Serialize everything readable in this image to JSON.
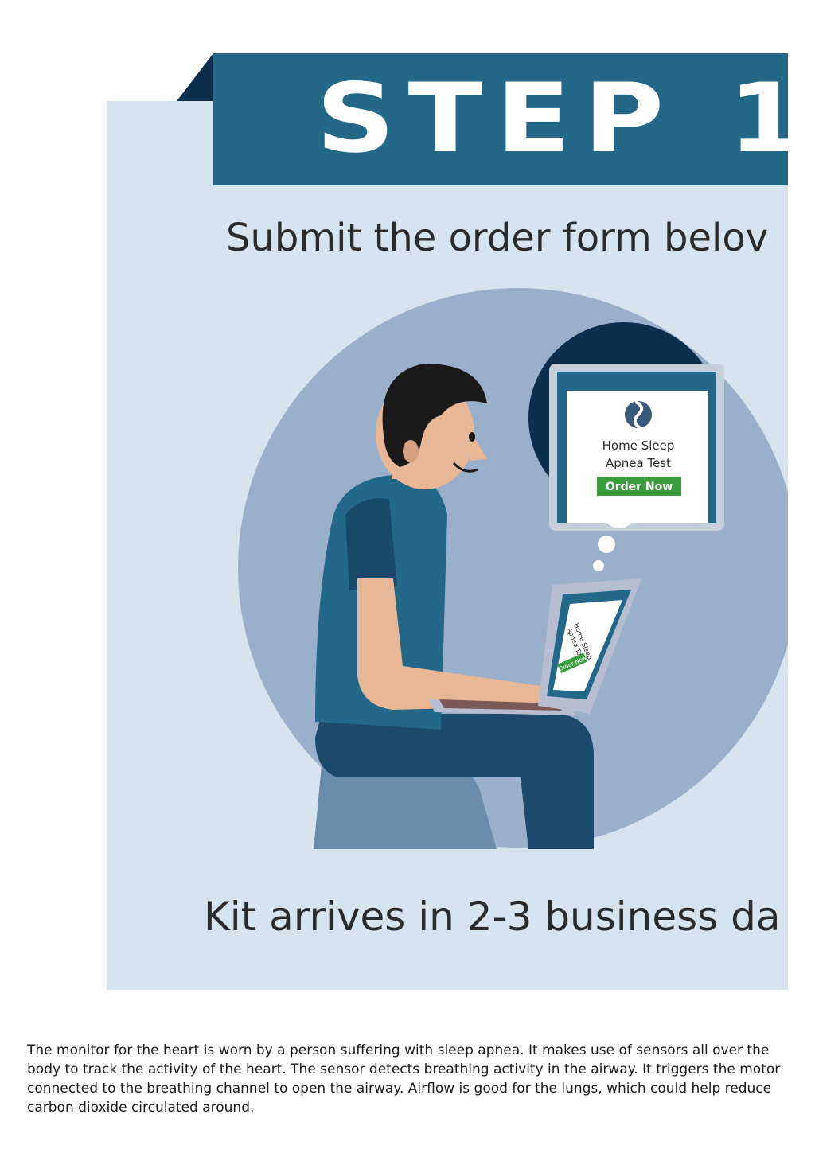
{
  "banner": {
    "label": "STEP 1"
  },
  "headline_top": "Submit the order form belov",
  "headline_bottom": "Kit arrives in 2-3 business da",
  "illustration": {
    "card_title_line1": "Home Sleep",
    "card_title_line2": "Apnea Test",
    "card_button": "Order Now",
    "laptop_title_line1": "Home Sleep",
    "laptop_title_line2": "Apnea Test",
    "laptop_button": "Order Now",
    "logo_icon": "sleep-logo-icon"
  },
  "caption": "The monitor for the heart is worn by a person suffering with sleep apnea. It makes use of sensors all over the body to track the activity of the heart. The sensor detects breathing activity in the airway. It triggers the motor connected to the breathing channel to open the airway. Airflow is good for the lungs, which could help reduce carbon dioxide circulated around.",
  "colors": {
    "panel_bg": "#d6e4ef",
    "banner_bg": "#236889",
    "circle_bg": "#9aafca",
    "order_button": "#3a9e3f"
  }
}
